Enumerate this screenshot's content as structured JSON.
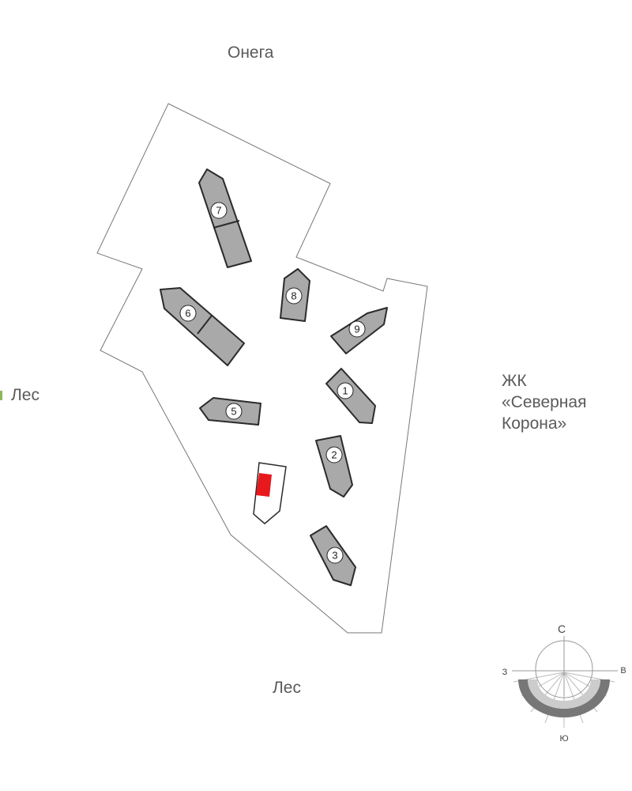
{
  "labels": {
    "north": "Онега",
    "west": "Лес",
    "south": "Лес",
    "east_line1": "ЖК",
    "east_line2": "«Северная",
    "east_line3": "Корона»"
  },
  "buildings": [
    "1",
    "2",
    "3",
    "5",
    "6",
    "7",
    "8",
    "9"
  ],
  "compass": {
    "n": "С",
    "w": "З",
    "e": "В",
    "s": "Ю"
  },
  "colors": {
    "building": "#a9a9a9",
    "highlight": "#e8191c",
    "accent": "#8cb85a"
  }
}
